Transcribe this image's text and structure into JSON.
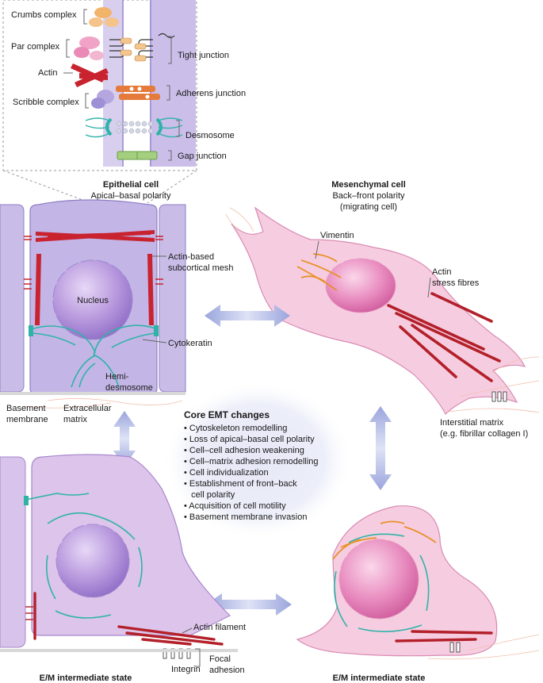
{
  "inset": {
    "labels": {
      "crumbs": "Crumbs complex",
      "par": "Par complex",
      "actin": "Actin",
      "scribble": "Scribble complex",
      "tight": "Tight junction",
      "adherens": "Adherens junction",
      "desmosome": "Desmosome",
      "gap": "Gap junction"
    }
  },
  "epithelial": {
    "title": "Epithelial cell",
    "subtitle": "Apical–basal polarity",
    "nucleus": "Nucleus",
    "mesh_l1": "Actin-based",
    "mesh_l2": "subcortical mesh",
    "cytokeratin": "Cytokeratin",
    "hemi_l1": "Hemi-",
    "hemi_l2": "desmosome",
    "bm_l1": "Basement",
    "bm_l2": "membrane",
    "ecm_l1": "Extracellular",
    "ecm_l2": "matrix"
  },
  "mesenchymal": {
    "title": "Mesenchymal cell",
    "subtitle_l1": "Back–front polarity",
    "subtitle_l2": "(migrating cell)",
    "vimentin": "Vimentin",
    "actin_l1": "Actin",
    "actin_l2": "stress fibres",
    "matrix_l1": "Interstitial matrix",
    "matrix_l2": "(e.g. fibrillar collagen I)"
  },
  "core": {
    "title": "Core EMT changes",
    "items": [
      "• Cytoskeleton remodelling",
      "• Loss of apical–basal cell polarity",
      "• Cell–cell adhesion weakening",
      "• Cell–matrix adhesion remodelling",
      "• Cell individualization",
      "• Establishment of front–back",
      "   cell polarity",
      "• Acquisition of cell motility",
      "• Basement membrane invasion"
    ]
  },
  "intermediate": {
    "left_title": "E/M intermediate state",
    "right_title": "E/M intermediate state",
    "actin_filament": "Actin filament",
    "integrin": "Integrin",
    "focal_l1": "Focal",
    "focal_l2": "adhesion"
  },
  "colors": {
    "epithelial_fill": "#c9bde8",
    "epithelial_stroke": "#8f7fc4",
    "mesenchymal_fill": "#f6cde0",
    "mesenchymal_stroke": "#d98bb4",
    "nucleus_purple": "#a27fcf",
    "nucleus_pink": "#d96fae",
    "actin_red": "#b3202a",
    "cytokeratin_teal": "#2fb3a8",
    "vimentin_orange": "#e8912a",
    "arrow_blue": "#b9c1e6",
    "core_glow": "#d9dcf2"
  }
}
